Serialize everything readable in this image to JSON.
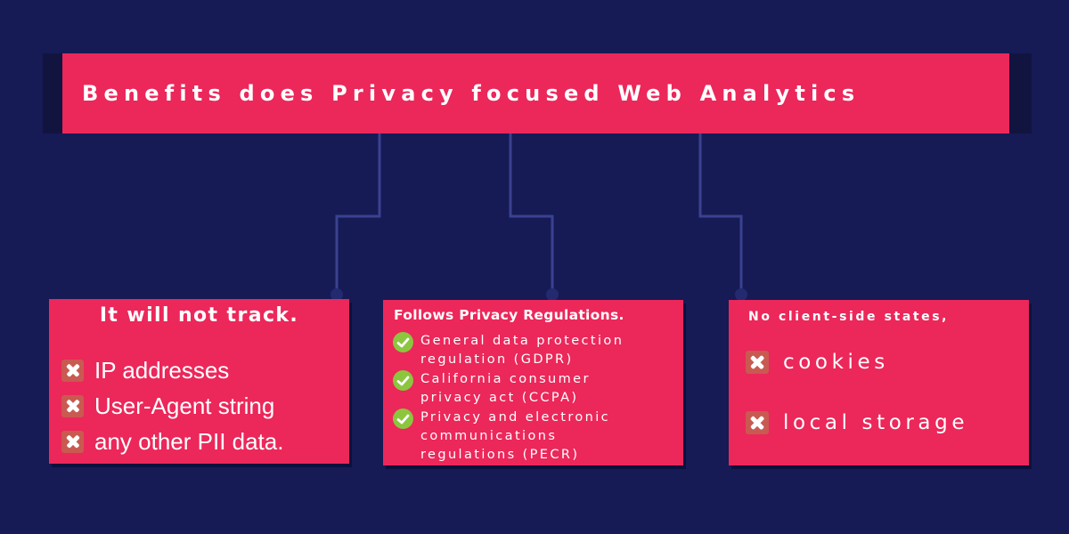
{
  "title": "Benefits does Privacy focused Web Analytics",
  "colors": {
    "background": "#161a55",
    "accent": "#ec275a",
    "connector": "#3a4190",
    "x_icon": "#c95a51",
    "check_icon": "#8cc63f"
  },
  "cards": [
    {
      "heading": "It will not track.",
      "items": [
        {
          "icon": "x-icon",
          "label": "IP addresses"
        },
        {
          "icon": "x-icon",
          "label": "User-Agent string"
        },
        {
          "icon": "x-icon",
          "label": "any other PII data."
        }
      ]
    },
    {
      "heading": "Follows Privacy Regulations.",
      "items": [
        {
          "icon": "check-icon",
          "lines": [
            "General data protection",
            "regulation (GDPR)"
          ]
        },
        {
          "icon": "check-icon",
          "lines": [
            "California consumer",
            "privacy act (CCPA)"
          ]
        },
        {
          "icon": "check-icon",
          "lines": [
            "Privacy and electronic",
            "communications",
            "regulations (PECR)"
          ]
        }
      ]
    },
    {
      "heading": "No client-side states,",
      "items": [
        {
          "icon": "x-icon",
          "label": "cookies"
        },
        {
          "icon": "x-icon",
          "label": "local storage"
        }
      ]
    }
  ]
}
